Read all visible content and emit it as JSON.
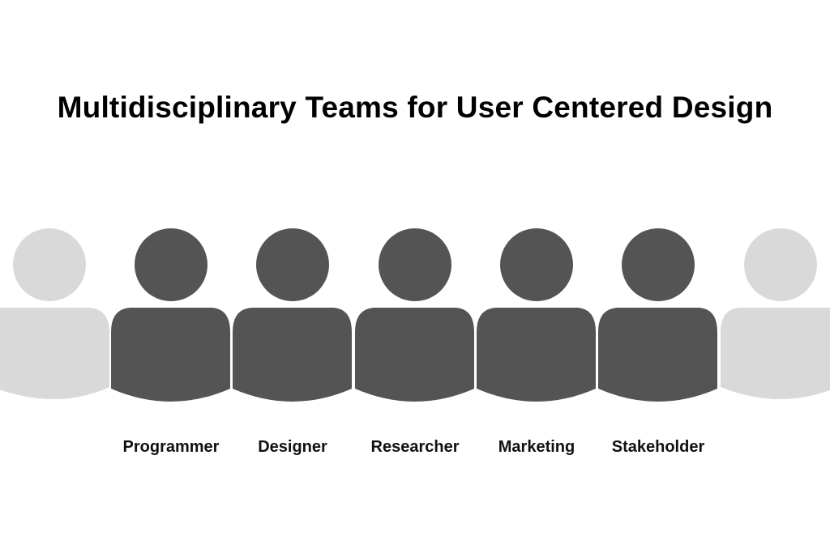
{
  "title": "Multidisciplinary Teams for User Centered Design",
  "colors": {
    "active_person": "#545454",
    "faded_person": "#d9d9d9",
    "text": "#000000",
    "background": "#ffffff"
  },
  "team": [
    {
      "label": "",
      "state": "faded",
      "icon": "person-icon"
    },
    {
      "label": "Programmer",
      "state": "active",
      "icon": "person-icon"
    },
    {
      "label": "Designer",
      "state": "active",
      "icon": "person-icon"
    },
    {
      "label": "Researcher",
      "state": "active",
      "icon": "person-icon"
    },
    {
      "label": "Marketing",
      "state": "active",
      "icon": "person-icon"
    },
    {
      "label": "Stakeholder",
      "state": "active",
      "icon": "person-icon"
    },
    {
      "label": "",
      "state": "faded",
      "icon": "person-icon"
    }
  ]
}
